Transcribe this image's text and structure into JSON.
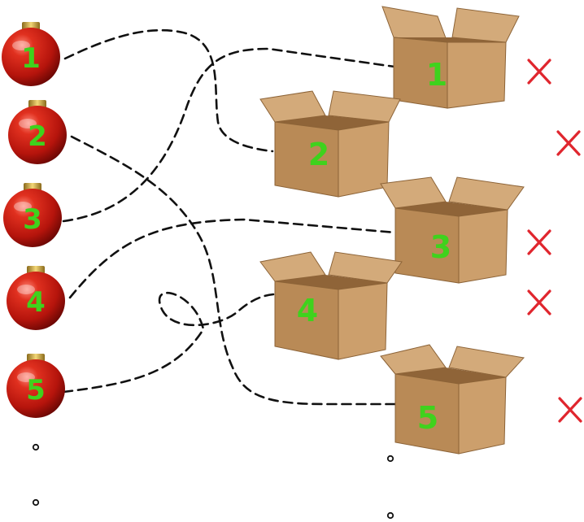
{
  "ornaments": [
    {
      "label": "1"
    },
    {
      "label": "2"
    },
    {
      "label": "3"
    },
    {
      "label": "4"
    },
    {
      "label": "5"
    }
  ],
  "boxes": [
    {
      "label": "1"
    },
    {
      "label": "2"
    },
    {
      "label": "3"
    },
    {
      "label": "4"
    },
    {
      "label": "5"
    }
  ],
  "colors": {
    "ornament": "#c0180f",
    "number": "#3fd21d",
    "cross": "#e0262e",
    "box": "#c89968",
    "path": "#111111"
  },
  "icons": {
    "ornament": "christmas-ornament-icon",
    "box": "cardboard-box-icon",
    "cross": "cross-mark-icon"
  }
}
